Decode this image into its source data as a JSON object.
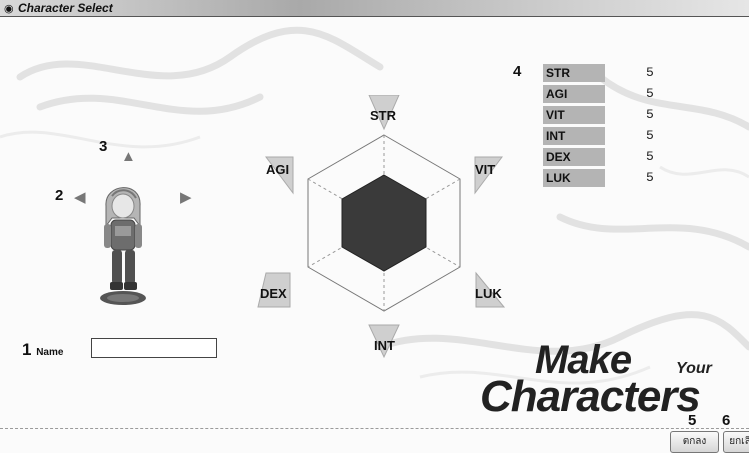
{
  "window": {
    "title": "Character Select",
    "icon": "app-icon"
  },
  "markers": {
    "name": "1",
    "style_arrows": "2",
    "hair_arrow": "3",
    "stats": "4",
    "create": "5",
    "cancel": "6"
  },
  "name_field": {
    "label_number": "1",
    "label": "Name",
    "value": ""
  },
  "radar_labels": {
    "top": "STR",
    "top_right": "VIT",
    "bottom_right": "LUK",
    "bottom": "INT",
    "bottom_left": "DEX",
    "top_left": "AGI"
  },
  "stats": [
    {
      "name": "STR",
      "value": "5"
    },
    {
      "name": "AGI",
      "value": "5"
    },
    {
      "name": "VIT",
      "value": "5"
    },
    {
      "name": "INT",
      "value": "5"
    },
    {
      "name": "DEX",
      "value": "5"
    },
    {
      "name": "LUK",
      "value": "5"
    }
  ],
  "brand": {
    "line1": "Make",
    "line1_small": "Your",
    "line2": "Characters"
  },
  "buttons": {
    "create": "ตกลง",
    "cancel": "ยกเลิก"
  },
  "colors": {
    "hexagon_fill": "#3a3a3a",
    "stat_label_bg": "#b4b4b4",
    "arrow": "#8a8a8a"
  }
}
